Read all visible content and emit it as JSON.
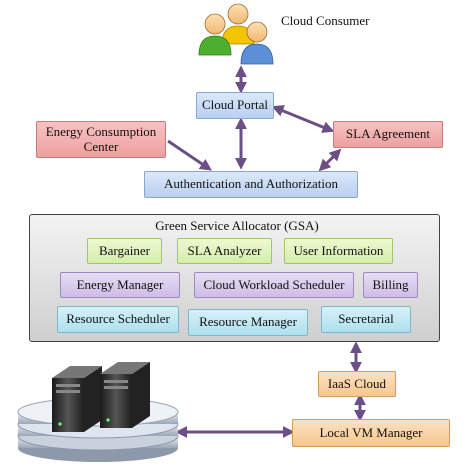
{
  "consumer_label": "Cloud Consumer",
  "portal": "Cloud Portal",
  "energy_center": "Energy Consumption Center",
  "sla_agreement": "SLA Agreement",
  "auth": "Authentication and Authorization",
  "gsa": {
    "title": "Green Service Allocator (GSA)",
    "bargainer": "Bargainer",
    "sla_analyzer": "SLA Analyzer",
    "user_information": "User Information",
    "energy_manager": "Energy Manager",
    "workload_scheduler": "Cloud Workload Scheduler",
    "billing": "Billing",
    "resource_scheduler": "Resource Scheduler",
    "resource_manager": "Resource Manager",
    "secretarial": "Secretarial"
  },
  "iaas": "IaaS Cloud",
  "vm_manager": "Local VM Manager",
  "colors": {
    "arrow": "#6b4f86",
    "blue": "#b9d0f0",
    "red": "#ee9f9f",
    "green": "#d3edaa",
    "purple": "#cdbde6",
    "cyan": "#aee0ee",
    "orange": "#f7c68e"
  },
  "icons": [
    "users-icon",
    "server-rack-icon",
    "disk-stack-icon"
  ]
}
